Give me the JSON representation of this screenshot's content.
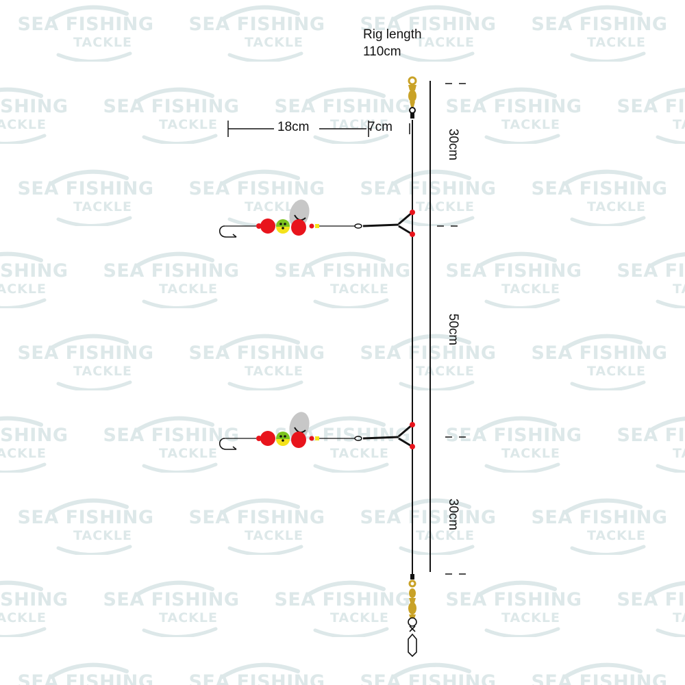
{
  "title": {
    "line1": "Rig length",
    "line2": "110cm"
  },
  "dimensions": {
    "snood_length": "18cm",
    "boom_length": "7cm",
    "top_section": "30cm",
    "middle_section": "50cm",
    "bottom_section": "30cm"
  },
  "watermark": {
    "line1": "SEA FISHING",
    "line2": "TACKLE"
  },
  "colors": {
    "line": "#111111",
    "bead_red": "#e8141c",
    "bead_green": "#7dc41f",
    "bead_yellow": "#f4e21a",
    "blade_silver": "#c7c7c7",
    "swivel_gold": "#c9a227",
    "watermark": "#dde8e9"
  },
  "icons": {
    "hook": "fishing-hook-icon",
    "spinner": "spinner-blade-icon",
    "swivel": "swivel-icon",
    "clip": "lead-clip-icon",
    "watermark_fish": "fish-logo-icon"
  }
}
